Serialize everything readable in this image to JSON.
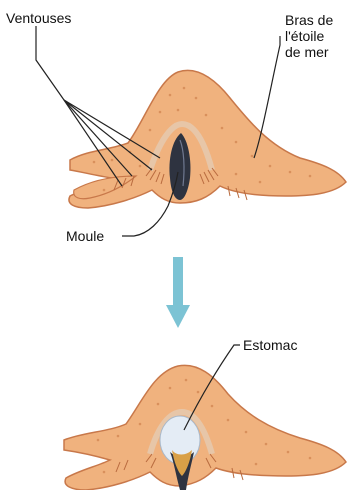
{
  "labels": {
    "ventouses": "Ventouses",
    "bras_line1": "Bras de",
    "bras_line2": "l'étoile",
    "bras_line3": "de mer",
    "moule": "Moule",
    "estomac": "Estomac"
  },
  "colors": {
    "starfish_body": "#f0b27e",
    "starfish_outline": "#c8784a",
    "starfish_spots": "#d9905c",
    "tube_feet": "#b86a3e",
    "mussel": "#2e3340",
    "mussel_highlight": "#6f7890",
    "stomach": "#e4ecf5",
    "arrow": "#7cc3d4",
    "leader_lines": "#222222"
  }
}
